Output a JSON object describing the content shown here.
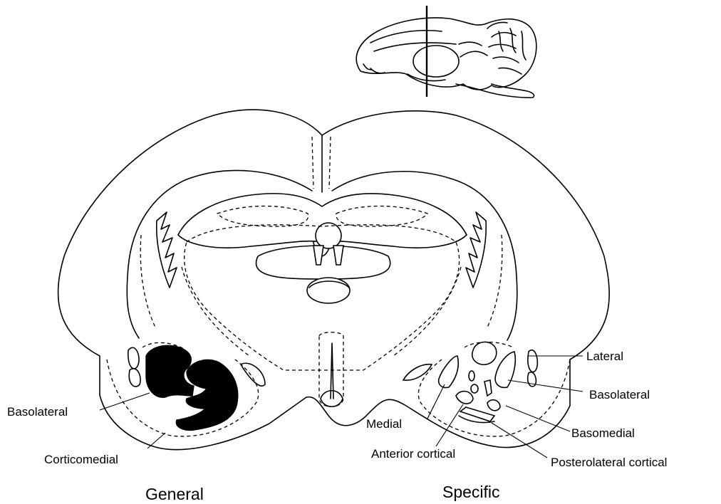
{
  "labels": {
    "left": {
      "basolateral": "Basolateral",
      "corticomedial": "Corticomedial"
    },
    "right": {
      "lateral": "Lateral",
      "basolateral": "Basolateral",
      "medial": "Medial",
      "basomedial": "Basomedial",
      "anterior_cortical": "Anterior cortical",
      "posterolateral_cortical": "Posterolateral cortical"
    }
  },
  "captions": {
    "general": "General",
    "specific": "Specific"
  }
}
